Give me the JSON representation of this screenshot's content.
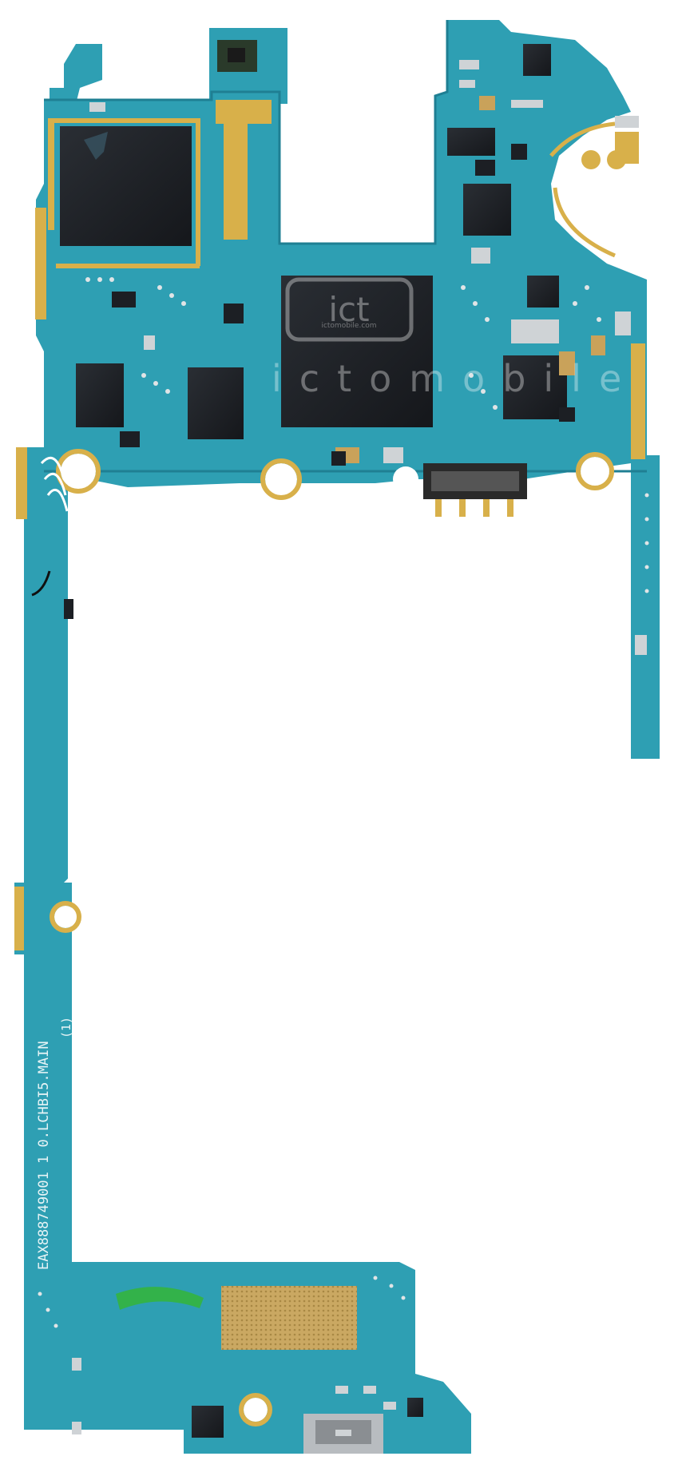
{
  "image": {
    "subject": "smartphone-main-logic-board",
    "background_color": "#ffffff",
    "pcb_color": "#2e9fb3",
    "pcb_dark_color": "#1f7f93",
    "gold_color": "#d8b04a",
    "chip_color": "#1c1f24"
  },
  "watermark": {
    "brand_text": "ictomobile",
    "small_text": "ictomobile.com"
  },
  "silkscreen": {
    "part_number": "EAX888749001 1 0.LCHBI5.MAIN",
    "revision": "(1)"
  }
}
